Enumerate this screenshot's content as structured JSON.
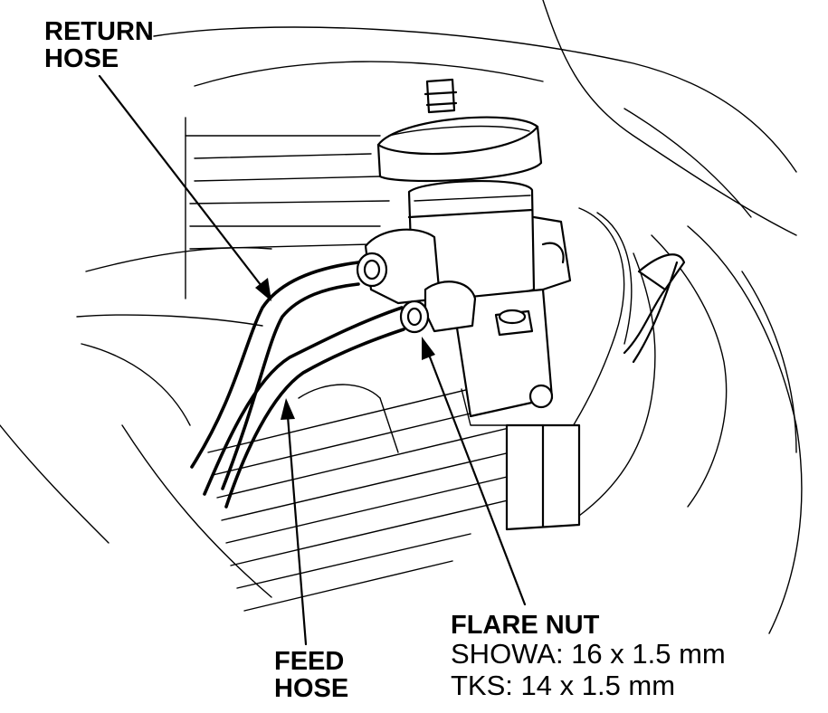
{
  "labels": {
    "return_hose": [
      "RETURN",
      "HOSE"
    ],
    "feed_hose": [
      "FEED",
      "HOSE"
    ],
    "flare_nut": {
      "title": "FLARE NUT",
      "specs": [
        "SHOWA: 16 x 1.5 mm",
        "TKS: 14 x 1.5 mm"
      ]
    }
  },
  "colors": {
    "ink": "#000000",
    "paper": "#ffffff"
  }
}
